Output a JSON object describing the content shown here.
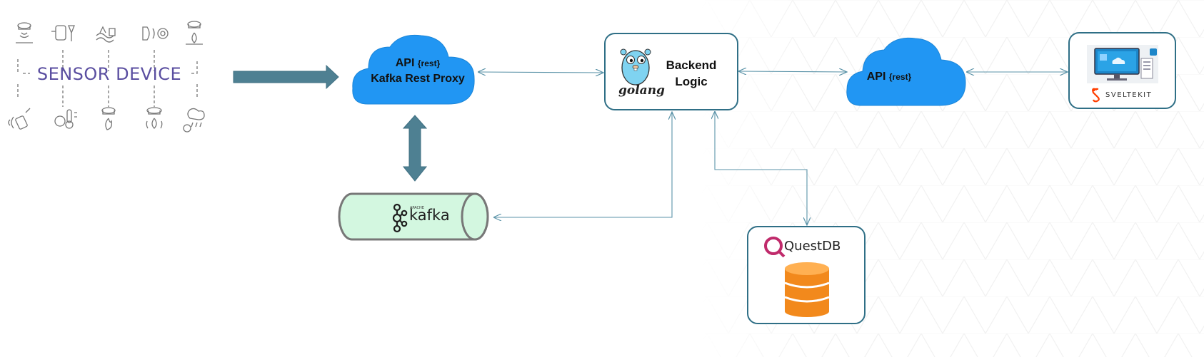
{
  "sensor": {
    "title": "SENSOR DEVICE"
  },
  "rest_proxy": {
    "api": "API",
    "rest": "{rest}",
    "name": "Kafka Rest Proxy"
  },
  "backend": {
    "logo_text": "golang",
    "line1": "Backend",
    "line2": "Logic"
  },
  "api_right": {
    "api": "API",
    "rest": "{rest}"
  },
  "kafka": {
    "apache": "APACHE",
    "name": "kafka"
  },
  "questdb": {
    "name": "QuestDB"
  },
  "sveltekit": {
    "logo_text": "SVELTEKIT"
  },
  "colors": {
    "cloud": "#2196f3",
    "box_border": "#2f6f86",
    "thick_arrow": "#4e8092",
    "thin_arrow": "#5b93a8",
    "kafka_fill": "#d3f7e0",
    "db_orange": "#f2891c",
    "sensor_title": "#5a4ea0"
  },
  "icons": [
    "smoke-detector-icon",
    "fire-alarm-icon",
    "flood-sensor-icon",
    "siren-icon",
    "gas-leak-icon",
    "vibration-sensor-icon",
    "temperature-sensor-icon",
    "fire-sensor-icon",
    "water-drop-sensor-icon",
    "rain-sensor-icon"
  ]
}
